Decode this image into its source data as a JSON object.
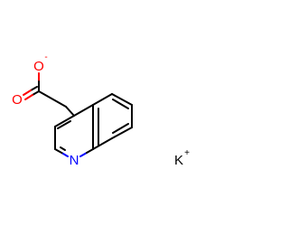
{
  "molecule": {
    "atoms": {
      "o_minus": {
        "label": "O",
        "charge": "-",
        "color": "#ff0000"
      },
      "o_carbonyl": {
        "label": "O",
        "color": "#ff0000"
      },
      "n_ring": {
        "label": "N",
        "color": "#0000ff"
      },
      "potassium": {
        "label": "K",
        "charge": "+",
        "color": "#000000"
      }
    }
  }
}
